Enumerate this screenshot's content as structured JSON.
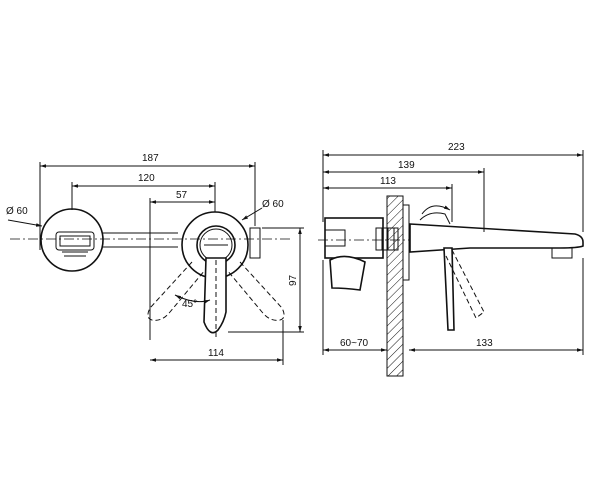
{
  "front_view": {
    "dim_overall": "187",
    "dim_center_spacing": "120",
    "dim_half_width": "57",
    "dim_escutcheon_left": "Ø 60",
    "dim_escutcheon_right": "Ø 60",
    "dim_height": "97",
    "dim_bottom_width": "114",
    "dim_angle": "45°"
  },
  "side_view": {
    "dim_total_length": "223",
    "dim_139": "139",
    "dim_113": "113",
    "dim_wall_depth": "60~70",
    "dim_spout_projection": "133"
  }
}
